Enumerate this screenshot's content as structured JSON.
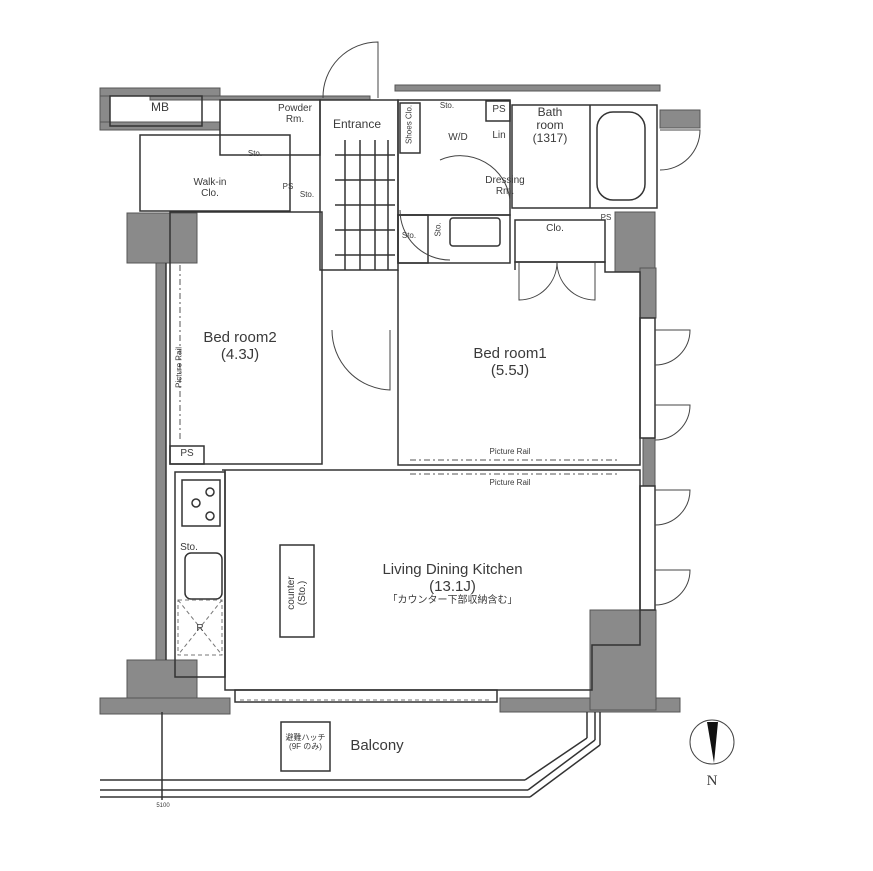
{
  "plan": {
    "colors": {
      "wall": "#8a8a8a",
      "line": "#333333",
      "background": "#ffffff"
    },
    "rooms": {
      "mb": "MB",
      "powder_room": [
        "Powder",
        "Rm."
      ],
      "entrance": "Entrance",
      "shoes_clo": "Shoes Clo.",
      "sto": "Sto.",
      "ps": "PS",
      "wd": "W/D",
      "lin": "Lin",
      "bath_room": [
        "Bath",
        "room",
        "(1317)"
      ],
      "dressing_room": [
        "Dressing",
        "Rm."
      ],
      "walk_in_clo": [
        "Walk-in",
        "Clo."
      ],
      "clo": "Clo.",
      "bedroom2": {
        "name": "Bed room2",
        "size": "(4.3J)"
      },
      "bedroom1": {
        "name": "Bed room1",
        "size": "(5.5J)"
      },
      "ldk": {
        "name": "Living Dining Kitchen",
        "size": "(13.1J)",
        "note": "「カウンター下部収納含む」"
      },
      "counter": [
        "counter",
        "(Sto.)"
      ],
      "fridge": "R",
      "balcony": "Balcony",
      "hatch": [
        "避難ハッチ",
        "(9F のみ)"
      ],
      "picture_rail": "Picture Rail",
      "dim_mark": "5100"
    },
    "compass": {
      "label": "N"
    }
  }
}
